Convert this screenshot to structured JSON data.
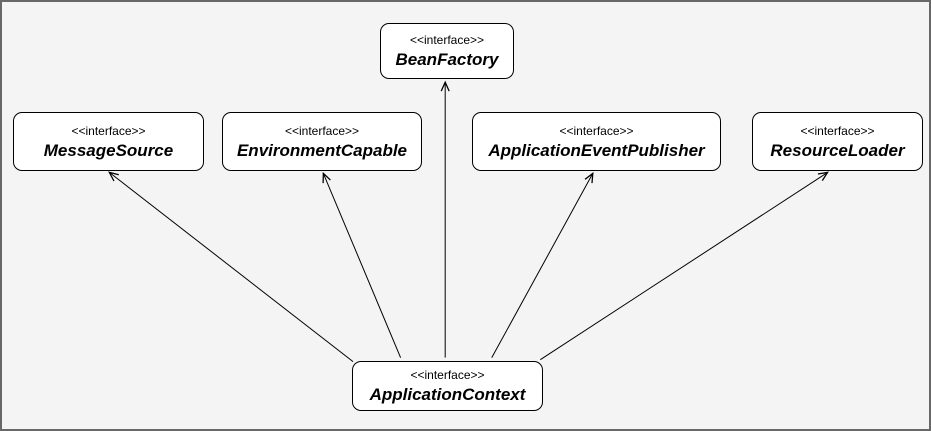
{
  "diagram": {
    "type": "uml-interface-diagram",
    "background_color": "#f4f4f5",
    "frame_border_color": "#686868",
    "node_fill_color": "#ffffff",
    "node_border_color": "#000000",
    "edge_color": "#000000",
    "arrow_style": "open",
    "nodes": [
      {
        "stereotype": "<<interface>>",
        "name": "BeanFactory"
      },
      {
        "stereotype": "<<interface>>",
        "name": "MessageSource"
      },
      {
        "stereotype": "<<interface>>",
        "name": "EnvironmentCapable"
      },
      {
        "stereotype": "<<interface>>",
        "name": "ApplicationEventPublisher"
      },
      {
        "stereotype": "<<interface>>",
        "name": "ResourceLoader"
      },
      {
        "stereotype": "<<interface>>",
        "name": "ApplicationContext"
      }
    ],
    "edges": [
      {
        "from": "ApplicationContext",
        "to": "MessageSource"
      },
      {
        "from": "ApplicationContext",
        "to": "EnvironmentCapable"
      },
      {
        "from": "ApplicationContext",
        "to": "BeanFactory"
      },
      {
        "from": "ApplicationContext",
        "to": "ApplicationEventPublisher"
      },
      {
        "from": "ApplicationContext",
        "to": "ResourceLoader"
      }
    ]
  }
}
